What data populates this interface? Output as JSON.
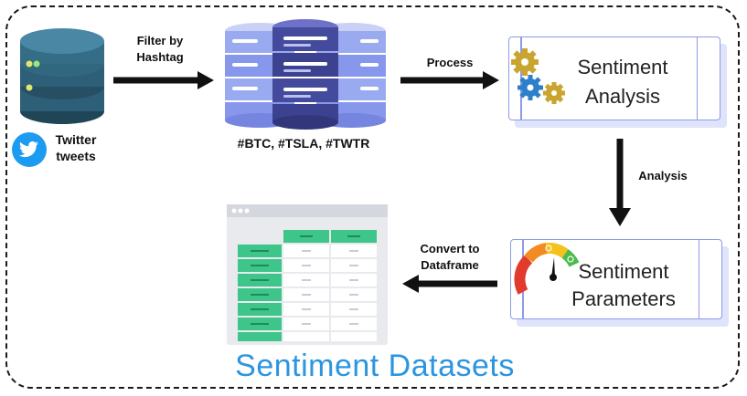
{
  "source": {
    "label": "Twitter\ntweets"
  },
  "filter": {
    "label": "Filter by\nHashtag"
  },
  "hashtags": {
    "label": "#BTC, #TSLA, #TWTR"
  },
  "process": {
    "label": "Process"
  },
  "sentiment_analysis": {
    "line1": "Sentiment",
    "line2": "Analysis"
  },
  "analysis": {
    "label": "Analysis"
  },
  "sentiment_parameters": {
    "line1": "Sentiment",
    "line2": "Parameters"
  },
  "convert": {
    "label": "Convert to\nDataframe"
  },
  "footer": {
    "title": "Sentiment Datasets"
  },
  "colors": {
    "title_blue": "#2b95e0",
    "twitter_blue": "#1d9bf0",
    "db_teal": "#2e5f78",
    "table_green": "#3dc58a",
    "card_border": "#8e9be8"
  },
  "icons": [
    "database-icon",
    "twitter-icon",
    "server-stack-icon",
    "gears-icon",
    "gauge-icon",
    "table-icon"
  ]
}
